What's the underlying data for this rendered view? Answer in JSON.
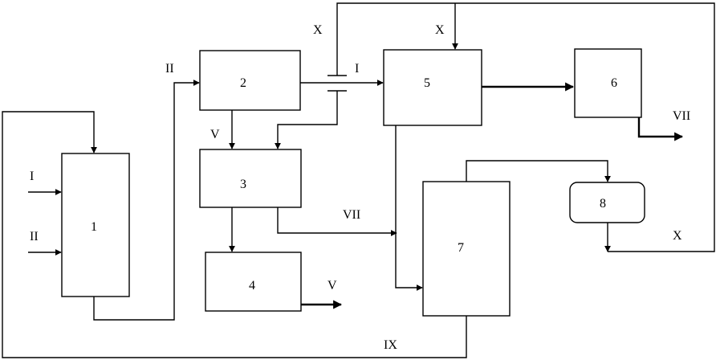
{
  "blocks": {
    "b1": "1",
    "b2": "2",
    "b3": "3",
    "b4": "4",
    "b5": "5",
    "b6": "6",
    "b7": "7",
    "b8": "8"
  },
  "labels": {
    "in_I": "I",
    "in_II": "II",
    "to2_II": "II",
    "top_X_left": "X",
    "top_X_right": "X",
    "to5_I": "I",
    "out2_V": "V",
    "out3_VII": "VII",
    "out4_V": "V",
    "out6_VII": "VII",
    "out8_X": "X",
    "bottom_IX": "IX"
  },
  "colors": {
    "stroke": "#000000",
    "background": "#ffffff"
  }
}
